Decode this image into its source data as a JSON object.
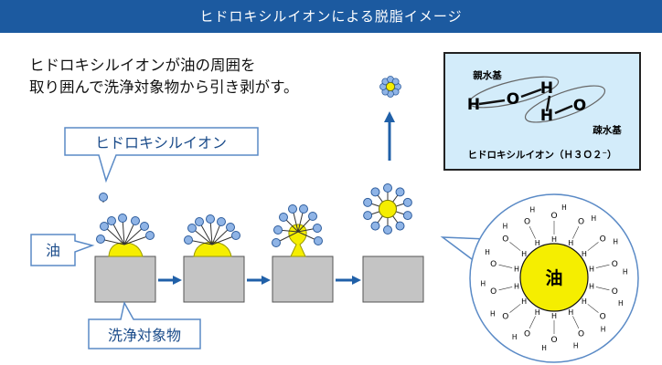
{
  "title": "ヒドロキシルイオンによる脱脂イメージ",
  "description": [
    "ヒドロキシルイオンが油の周囲を",
    "取り囲んで洗浄対象物から引き剥がす。"
  ],
  "callouts": {
    "hydroxyl_ion": "ヒドロキシルイオン",
    "oil": "油",
    "cleaning_target": "洗浄対象物"
  },
  "molecule_box": {
    "hydrophilic": "親水基",
    "hydrophobic": "疎水基",
    "caption": "ヒドロキシルイオン（Ｈ３Ｏ２⁻）",
    "atoms": [
      "H",
      "O",
      "H",
      "H",
      "O"
    ]
  },
  "zoom_circle": {
    "oil_label": "油",
    "atom_h": "H",
    "atom_o": "O"
  },
  "colors": {
    "title_bg": "#1c5aa0",
    "arrow": "#2060a8",
    "callout_border": "#5a8ac6",
    "callout_fill": "#ffffff",
    "ion_fill": "#8fb4e6",
    "ion_stroke": "#2d5c9c",
    "oil": "#f5ee00",
    "block_fill": "#c4c4c4",
    "molecule_box_bg": "#d3ecfa"
  }
}
